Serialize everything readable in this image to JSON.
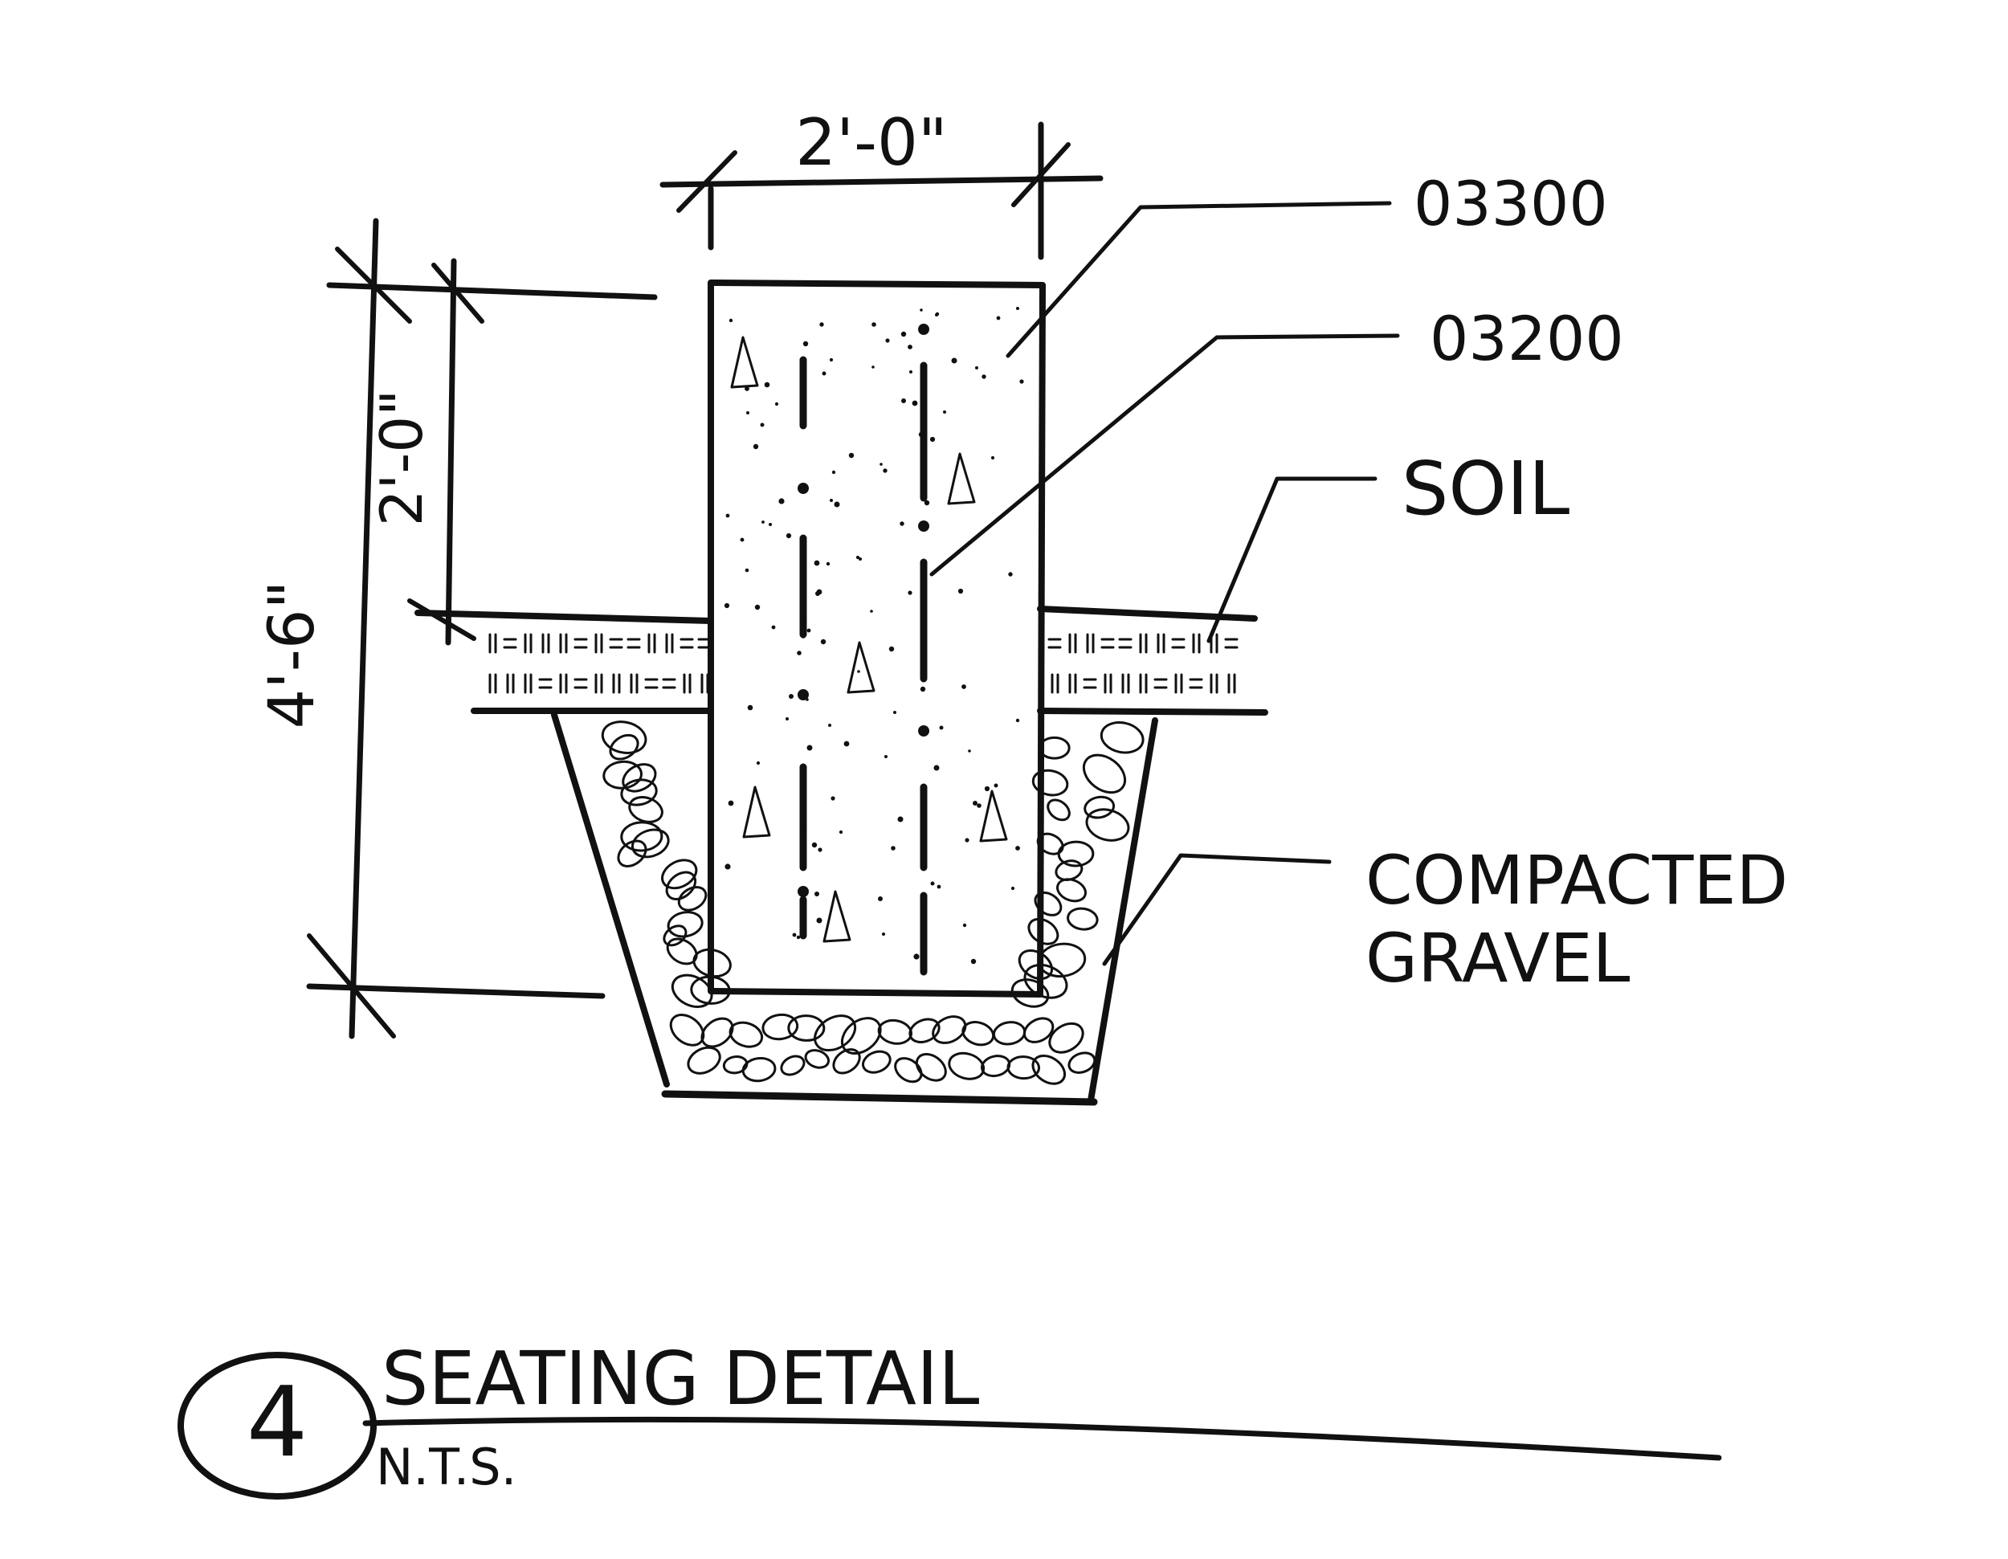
{
  "drawing": {
    "width_dimension": "2'-0\"",
    "total_height_dimension": "4'-6\"",
    "above_grade_dimension": "2'-0\"",
    "callouts": {
      "concrete": "03300",
      "reinforcing": "03200",
      "soil": "SOIL",
      "gravel_line1": "COMPACTED",
      "gravel_line2": "GRAVEL"
    },
    "title_block": {
      "detail_number": "4",
      "title": "SEATING DETAIL",
      "scale_note": "N.T.S."
    }
  },
  "colors": {
    "ink": "#111111",
    "paper": "#ffffff"
  }
}
